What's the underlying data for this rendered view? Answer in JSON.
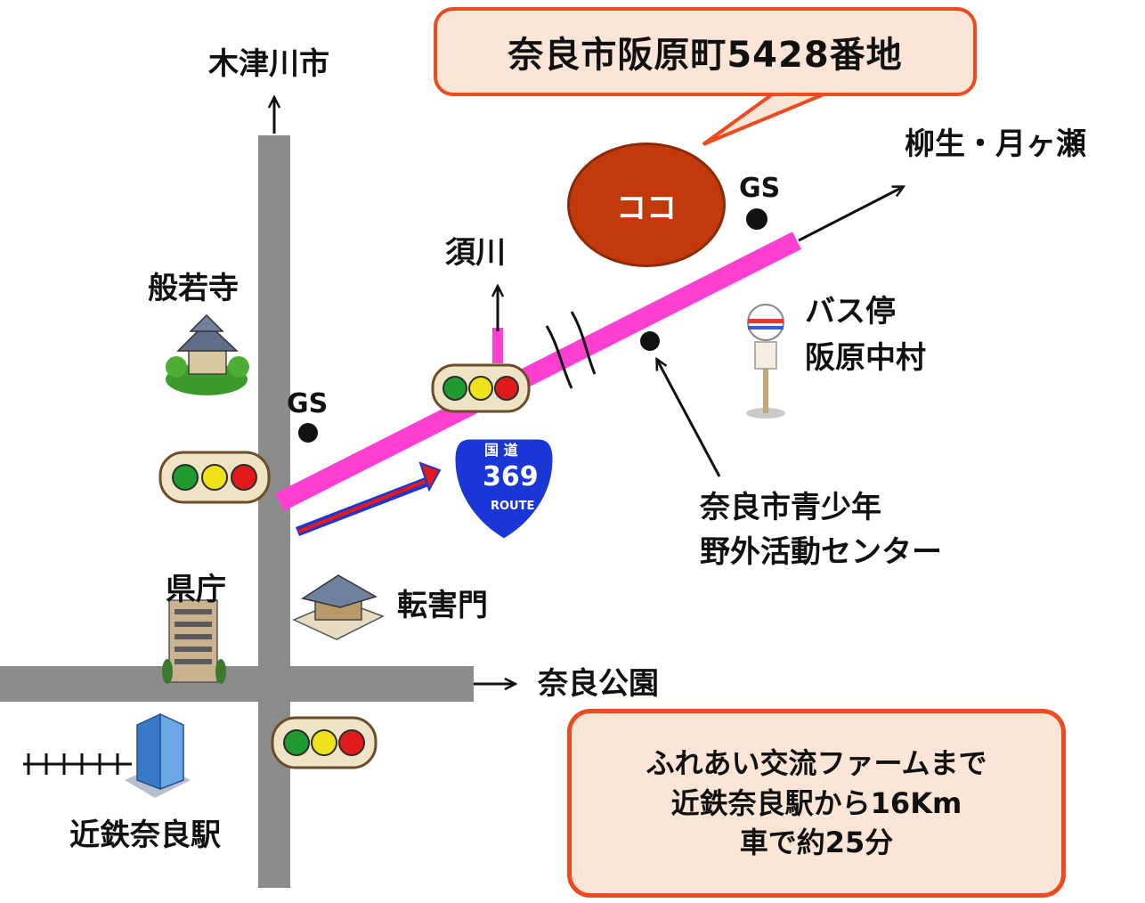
{
  "address": "奈良市阪原町5428番地",
  "destination_marker": "ココ",
  "places": {
    "kizugawa": "木津川市",
    "yagyu": "柳生・月ヶ瀬",
    "sugawa": "須川",
    "hannyaji": "般若寺",
    "bus_stop_line1": "バス停",
    "bus_stop_line2": "阪原中村",
    "gs_east": "GS",
    "gs_west": "GS",
    "youth_center_line1": "奈良市青少年",
    "youth_center_line2": "野外活動センター",
    "kencho": "県庁",
    "tengaimon": "転害門",
    "nara_park": "奈良公園",
    "kintetsu_nara": "近鉄奈良駅"
  },
  "route_sign": {
    "top": "国 道",
    "number": "369",
    "bottom": "ROUTE"
  },
  "info": {
    "line1": "ふれあい交流ファームまで",
    "line2": "近鉄奈良駅から16Km",
    "line3": "車で約25分"
  },
  "colors": {
    "road": "#8c8c8c",
    "route_369": "#ff3fd0",
    "callout_border": "#ee4a1f",
    "callout_fill": "#fbe5d6",
    "destination": "#c23a0c",
    "route_sign": "#1a36d6"
  }
}
